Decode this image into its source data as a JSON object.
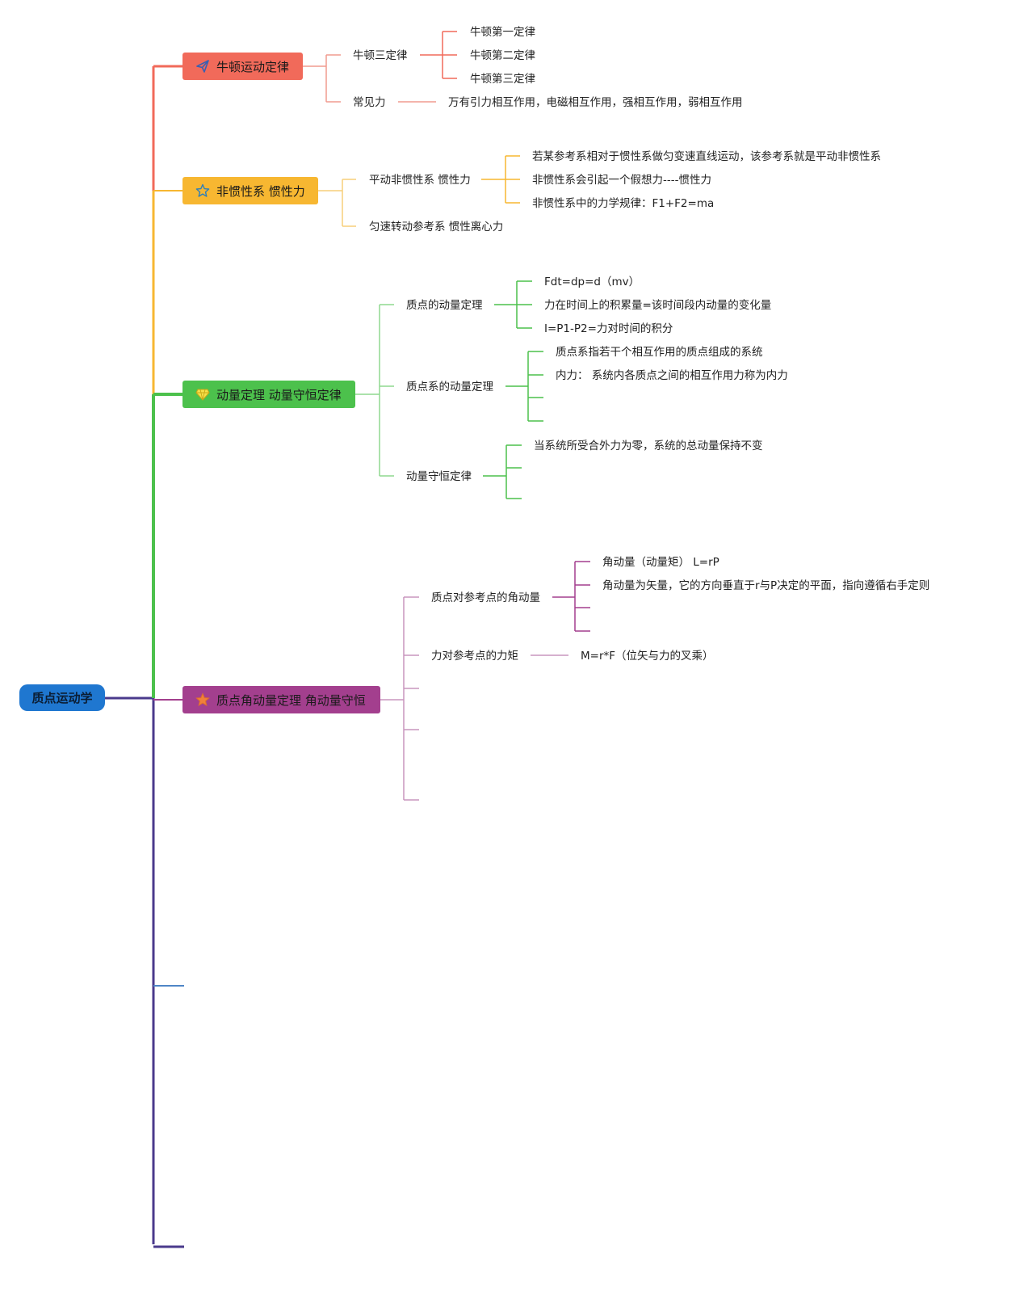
{
  "root": {
    "label": "质点运动学",
    "color": "#1f77d0"
  },
  "colors": {
    "newton": "#f16a5a",
    "noninertial": "#f7b731",
    "momentum": "#4cc14c",
    "angular": "#a33f8e",
    "trunk": "#4a3a8c",
    "blue_stub": "#4f86c6"
  },
  "branches": {
    "newton": {
      "title": "牛顿运动定律",
      "icon": "paper-plane-icon",
      "laws": "牛顿三定律",
      "first": "牛顿第一定律",
      "second": "牛顿第二定律",
      "third": "牛顿第三定律",
      "forces": "常见力",
      "forces_detail": "万有引力相互作用，电磁相互作用，强相互作用，弱相互作用"
    },
    "noninertial": {
      "title": "非惯性系 惯性力",
      "icon": "star-outline-icon",
      "translational": "平动非惯性系 惯性力",
      "t1": "若某参考系相对于惯性系做匀变速直线运动，该参考系就是平动非惯性系",
      "t2": "非惯性系会引起一个假想力----惯性力",
      "t3": "非惯性系中的力学规律：F1+F2=ma",
      "rotating": "匀速转动参考系 惯性离心力"
    },
    "momentum": {
      "title": "动量定理 动量守恒定律",
      "icon": "diamond-icon",
      "particle": "质点的动量定理",
      "p1": "Fdt=dp=d（mv）",
      "p2": "力在时间上的积累量=该时间段内动量的变化量",
      "p3": "I=P1-P2=力对时间的积分",
      "system": "质点系的动量定理",
      "s1": "质点系指若干个相互作用的质点组成的系统",
      "s2": "内力： 系统内各质点之间的相互作用力称为内力",
      "conservation": "动量守恒定律",
      "c1": "当系统所受合外力为零，系统的总动量保持不变"
    },
    "angular": {
      "title": "质点角动量定理 角动量守恒",
      "icon": "star-filled-icon",
      "am": "质点对参考点的角动量",
      "a1": "角动量（动量矩） L=rP",
      "a2": "角动量为矢量，它的方向垂直于r与P决定的平面，指向遵循右手定则",
      "torque": "力对参考点的力矩",
      "m1": "M=r*F（位矢与力的叉乘）"
    }
  }
}
